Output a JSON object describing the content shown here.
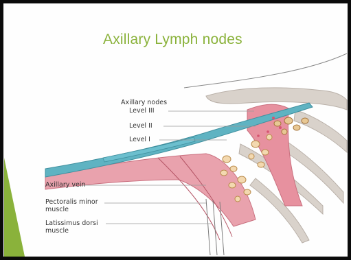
{
  "slide": {
    "title": "Axillary Lymph nodes",
    "accent_color": "#8ab23b",
    "vein_color": "#5fb3c2",
    "muscle_color": "#e9a2ad",
    "bone_color": "#d9d2cb"
  },
  "labels": {
    "axillary_nodes": "Axillary nodes",
    "level_3": "Level III",
    "level_2": "Level II",
    "level_1": "Level I",
    "axillary_vein": "Axillary vein",
    "pectoralis_line1": "Pectoralis minor",
    "pectoralis_line2": "muscle",
    "latissimus_line1": "Latissimus dorsi",
    "latissimus_line2": "muscle"
  }
}
